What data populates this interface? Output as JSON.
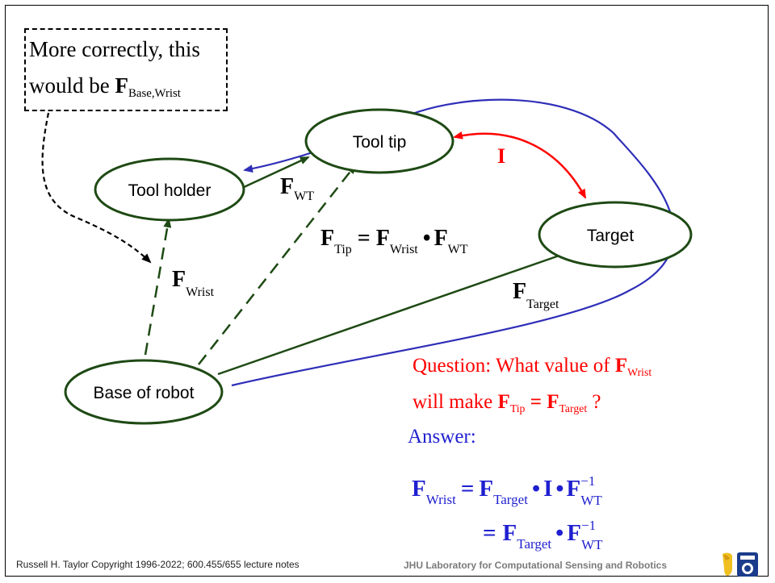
{
  "note": {
    "line1": "More correctly, this",
    "line2_prefix": "would be ",
    "sym": "F",
    "sub": "Base,Wrist"
  },
  "nodes": {
    "tool_tip": "Tool tip",
    "tool_holder": "Tool holder",
    "target": "Target",
    "base": "Base of robot"
  },
  "labels": {
    "F": "F",
    "identity": "I",
    "wt_sub": "WT",
    "wrist_sub": "Wrist",
    "tip_sub": "Tip",
    "target_sub": "Target",
    "eq": "=",
    "dot": "•",
    "inv": "−1"
  },
  "question": {
    "part1": "Question:  What value of ",
    "part2": "will make ",
    "part3": " ?",
    "answer": "Answer:"
  },
  "footer": {
    "left": "Russell H. Taylor Copyright 1996-2022; 600.455/655 lecture notes",
    "right": "JHU Laboratory for Computational Sensing and Robotics"
  },
  "colors": {
    "ellipse_stroke": "#1e4a14",
    "dark_green": "#1e4a14",
    "red": "#ff0000",
    "blue": "#2e2eb8",
    "answer_blue": "#1f1fd0"
  },
  "icons": {
    "logo": "jhu-logo-icon"
  }
}
